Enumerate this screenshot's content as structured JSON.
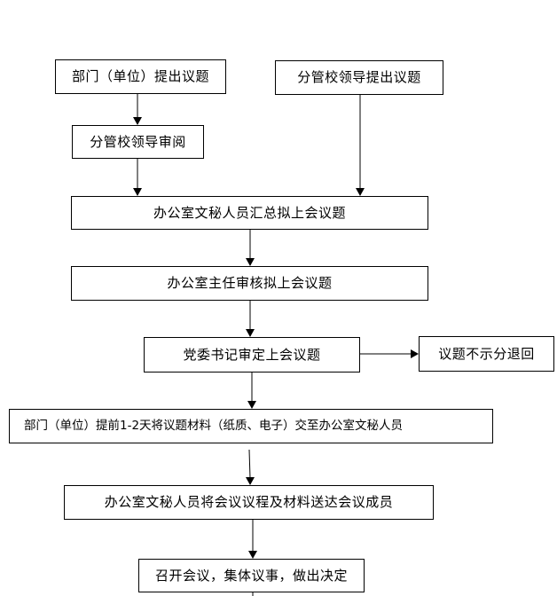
{
  "flowchart": {
    "nodes": {
      "dept_propose": "部门（单位）提出议题",
      "leader_propose": "分管校领导提出议题",
      "leader_review": "分管校领导审阅",
      "secretary_compile": "办公室文秘人员汇总拟上会议题",
      "director_review": "办公室主任审核拟上会议题",
      "party_secretary": "党委书记审定上会议题",
      "rejected": "议题不示分退回",
      "submit_materials": "部门（单位）提前1-2天将议题材料（纸质、电子）交至办公室文秘人员",
      "send_agenda": "办公室文秘人员将会议议程及材料送达会议成员",
      "meeting": "召开会议，集体议事，做出决定"
    }
  }
}
